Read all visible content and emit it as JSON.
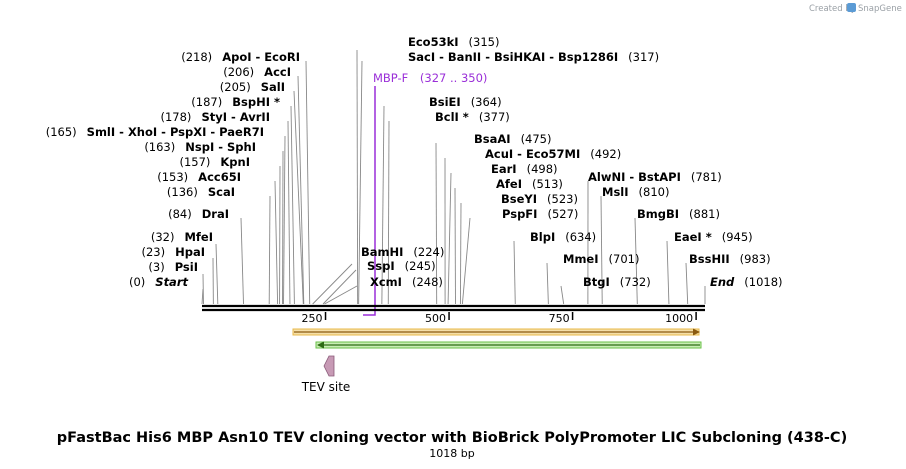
{
  "brand": {
    "prefix": "Created by",
    "name": "SnapGene"
  },
  "title": "pFastBac His6 MBP Asn10 TEV cloning vector with BioBrick PolyPromoter LIC Subcloning (438-C)",
  "subtitle": "1018 bp",
  "length": 1018,
  "scale_ticks": [
    "250",
    "500",
    "750",
    "1000"
  ],
  "primer": {
    "name": "MBP-F",
    "range": "(327 .. 350)",
    "color": "#9a2fd8"
  },
  "feature": {
    "name": "TEV site",
    "color": "#c79ab5"
  },
  "sites": [
    {
      "name": "Start",
      "pos": "(0)",
      "italic": true
    },
    {
      "name": "PsiI",
      "pos": "(3)"
    },
    {
      "name": "HpaI",
      "pos": "(23)"
    },
    {
      "name": "MfeI",
      "pos": "(32)"
    },
    {
      "name": "DraI",
      "pos": "(84)"
    },
    {
      "name": "ScaI",
      "pos": "(136)"
    },
    {
      "name": "Acc65I",
      "pos": "(153)"
    },
    {
      "name": "KpnI",
      "pos": "(157)"
    },
    {
      "name": "NspI - SphI",
      "pos": "(163)"
    },
    {
      "name": "SmlI - XhoI - PspXI - PaeR7I",
      "pos": "(165)"
    },
    {
      "name": "StyI - AvrII",
      "pos": "(178)"
    },
    {
      "name": "BspHI *",
      "pos": "(187)"
    },
    {
      "name": "SalI",
      "pos": "(205)"
    },
    {
      "name": "AccI",
      "pos": "(206)"
    },
    {
      "name": "ApoI - EcoRI",
      "pos": "(218)"
    },
    {
      "name": "BamHI",
      "pos": "(224)"
    },
    {
      "name": "SspI",
      "pos": "(245)"
    },
    {
      "name": "XcmI",
      "pos": "(248)"
    },
    {
      "name": "Eco53kI",
      "pos": "(315)"
    },
    {
      "name": "SacI - BanII - BsiHKAI - Bsp1286I",
      "pos": "(317)"
    },
    {
      "name": "BsiEI",
      "pos": "(364)"
    },
    {
      "name": "BclI *",
      "pos": "(377)"
    },
    {
      "name": "BsaAI",
      "pos": "(475)"
    },
    {
      "name": "AcuI - Eco57MI",
      "pos": "(492)"
    },
    {
      "name": "EarI",
      "pos": "(498)"
    },
    {
      "name": "AfeI",
      "pos": "(513)"
    },
    {
      "name": "BseYI",
      "pos": "(523)"
    },
    {
      "name": "PspFI",
      "pos": "(527)"
    },
    {
      "name": "BlpI",
      "pos": "(634)"
    },
    {
      "name": "MmeI",
      "pos": "(701)"
    },
    {
      "name": "BtgI",
      "pos": "(732)"
    },
    {
      "name": "AlwNI - BstAPI",
      "pos": "(781)"
    },
    {
      "name": "MslI",
      "pos": "(810)"
    },
    {
      "name": "BmgBI",
      "pos": "(881)"
    },
    {
      "name": "EaeI *",
      "pos": "(945)"
    },
    {
      "name": "BssHII",
      "pos": "(983)"
    },
    {
      "name": "End",
      "pos": "(1018)",
      "italic": true
    }
  ]
}
